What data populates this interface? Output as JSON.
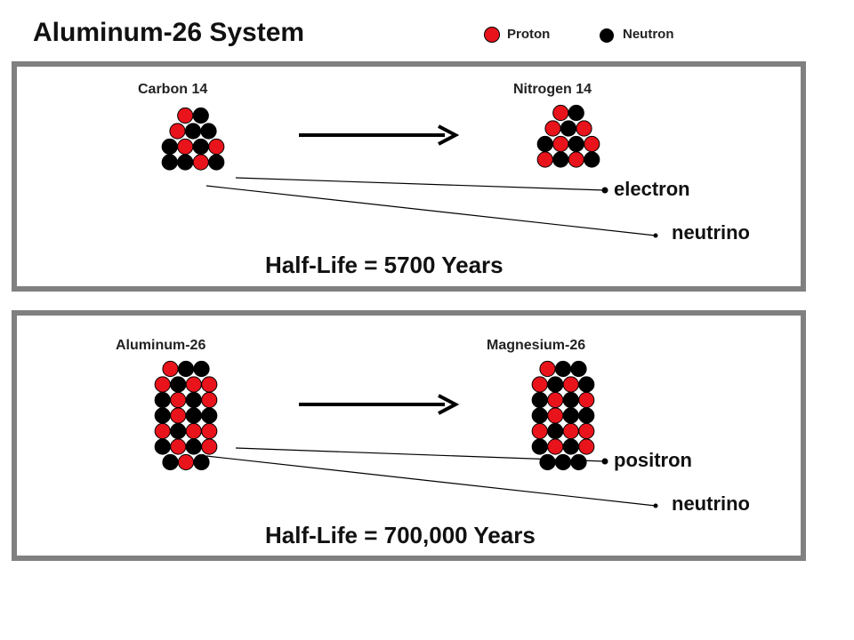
{
  "title": "Aluminum-26 System",
  "legend": {
    "proton_label": "Proton",
    "neutron_label": "Neutron",
    "proton_color": "#e8131b",
    "neutron_color": "#000000"
  },
  "colors": {
    "panel_border": "#808080",
    "line": "#000000"
  },
  "panels": [
    {
      "parent_label": "Carbon 14",
      "daughter_label": "Nitrogen 14",
      "particle1": "electron",
      "particle2": "neutrino",
      "half_life": "Half-Life = 5700 Years"
    },
    {
      "parent_label": "Aluminum-26",
      "daughter_label": "Magnesium-26",
      "particle1": "positron",
      "particle2": "neutrino",
      "half_life": "Half-Life = 700,000 Years"
    }
  ]
}
